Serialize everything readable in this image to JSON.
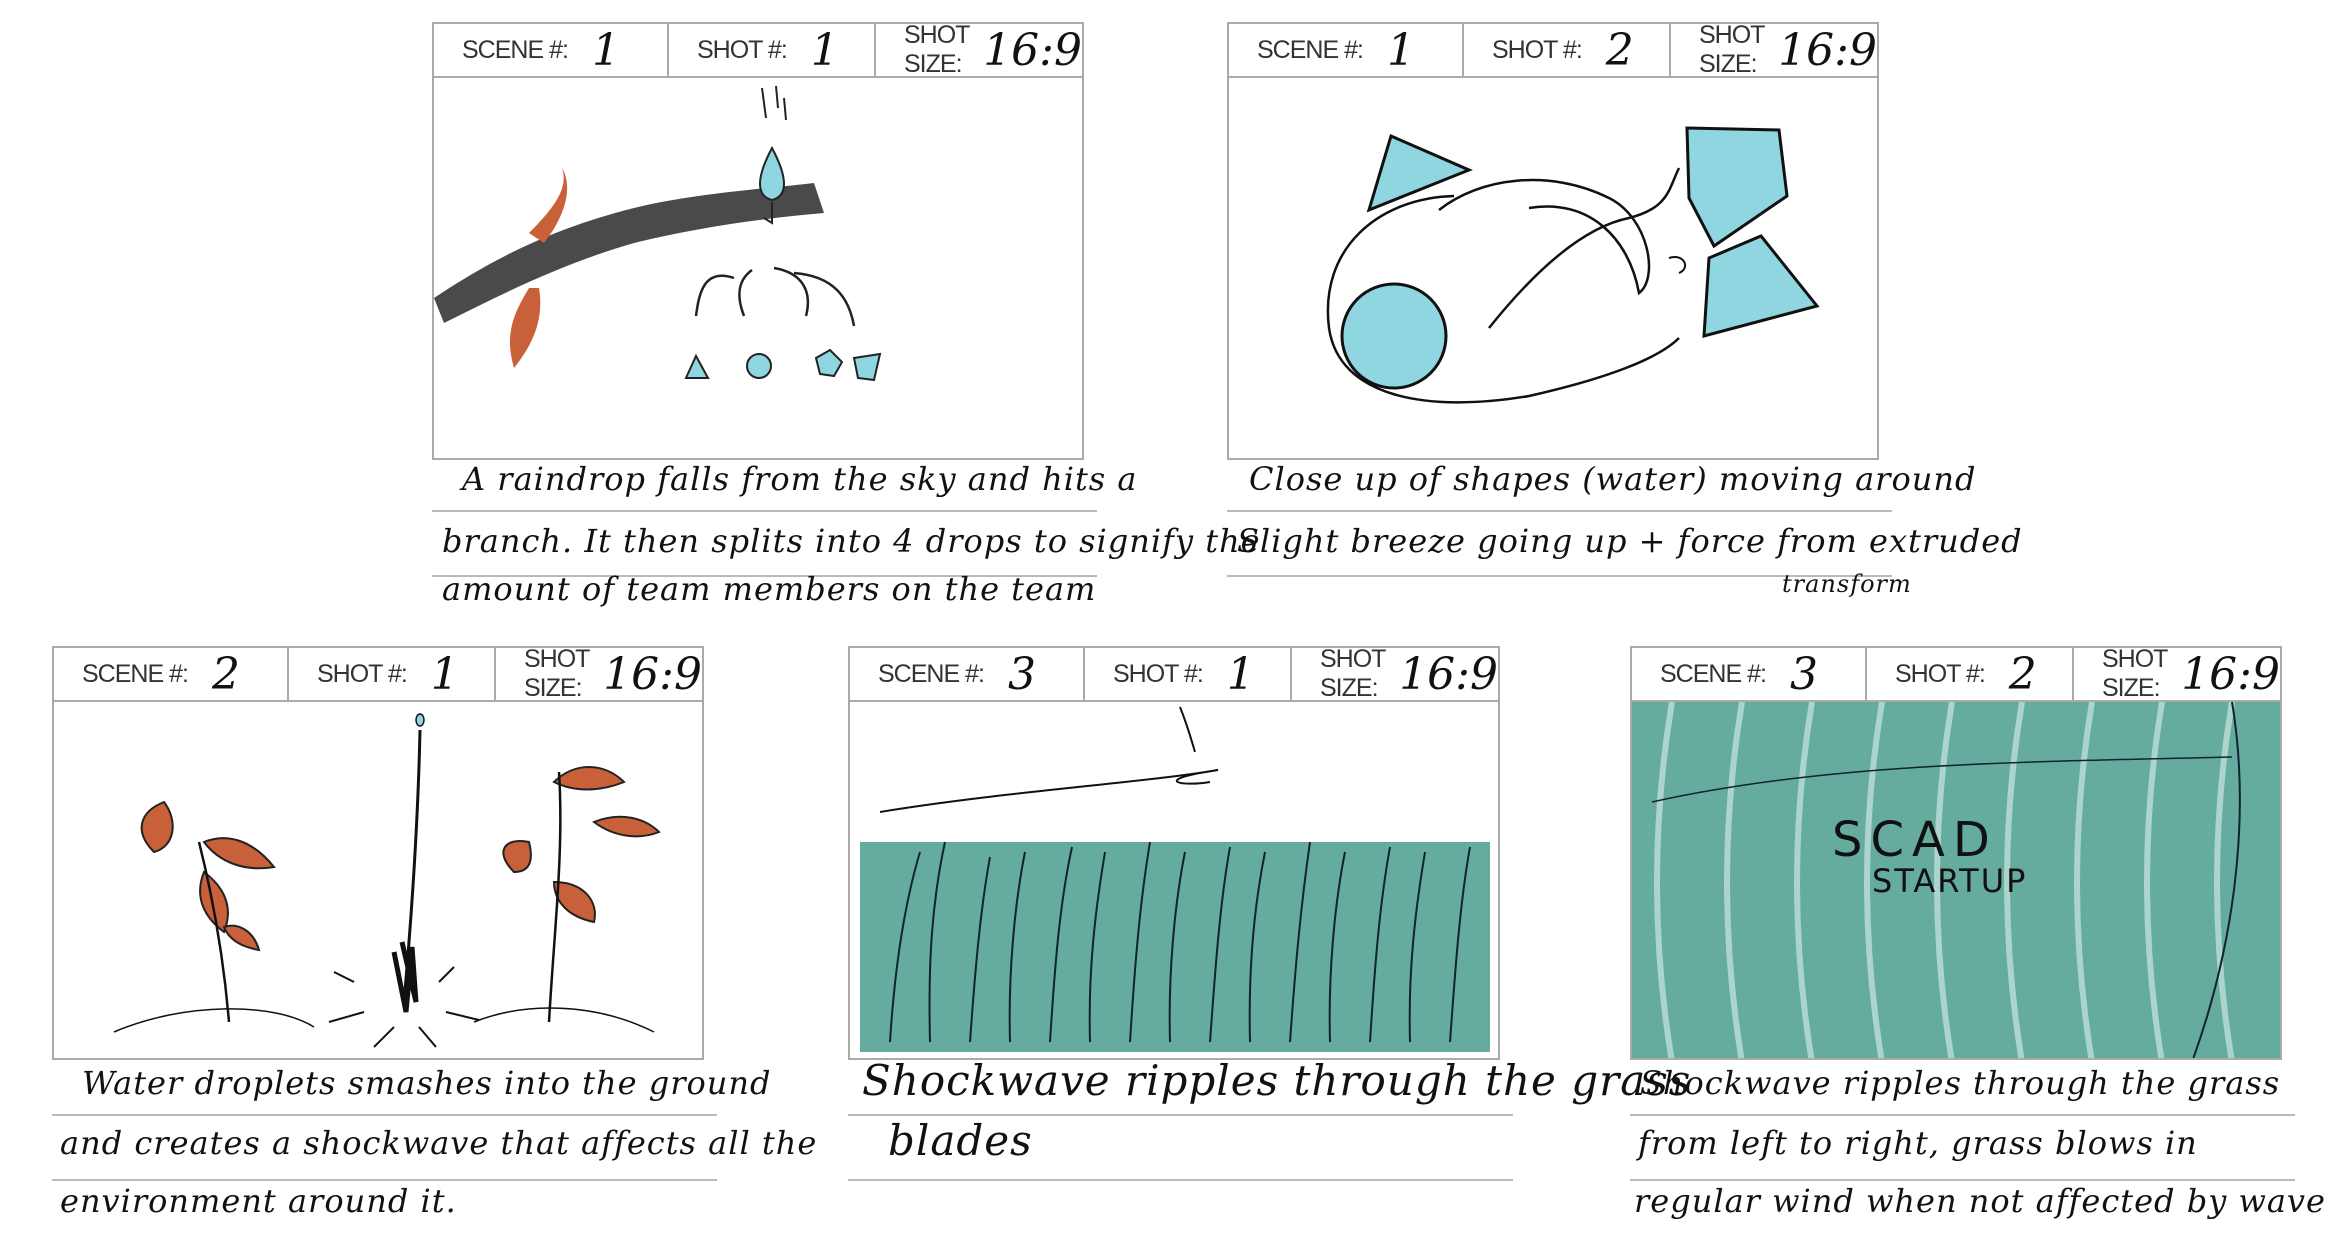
{
  "header_labels": {
    "scene": "SCENE #:",
    "shot": "SHOT #:",
    "size": "SHOT SIZE:"
  },
  "panels": [
    {
      "scene": "1",
      "shot": "1",
      "size": "16:9",
      "caption": [
        "A raindrop falls from the sky and hits a",
        "branch. It then splits into 4 drops to signify the",
        "amount of team members on the team"
      ]
    },
    {
      "scene": "1",
      "shot": "2",
      "size": "16:9",
      "caption": [
        "Close up of shapes (water) moving around",
        "Slight breeze going up + force from extruded",
        "transform"
      ]
    },
    {
      "scene": "2",
      "shot": "1",
      "size": "16:9",
      "caption": [
        "Water droplets smashes into the ground",
        "and creates a shockwave that affects all the",
        "environment around it."
      ]
    },
    {
      "scene": "3",
      "shot": "1",
      "size": "16:9",
      "caption": [
        "Shockwave ripples through the grass",
        "blades"
      ]
    },
    {
      "scene": "3",
      "shot": "2",
      "size": "16:9",
      "caption": [
        "Shockwave ripples through the grass",
        "from left to right, grass blows in",
        "regular wind when not affected by wave"
      ],
      "title_text": [
        "SCAD",
        "STARTUP"
      ]
    }
  ],
  "colors": {
    "water": "#8fd6e0",
    "leaf": "#c8603a",
    "grass": "#4a9e8e",
    "border": "#aaaaaa"
  }
}
